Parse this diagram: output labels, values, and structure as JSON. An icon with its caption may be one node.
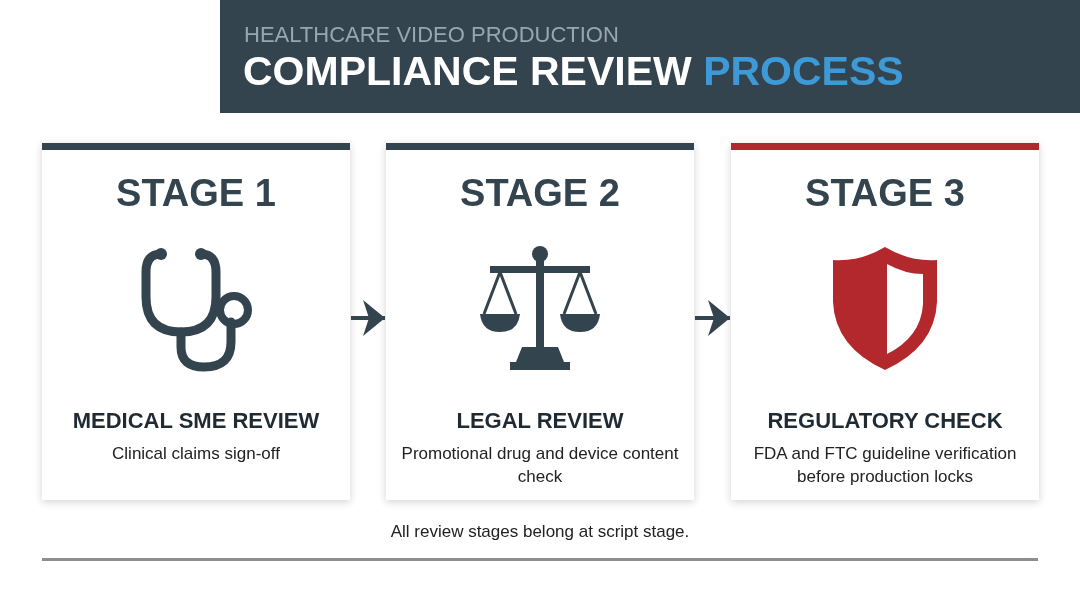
{
  "diagram": {
    "title": "COMPLIANCE REVIEW PROCESS",
    "caption": "All review stages belong at script stage.",
    "nodes": [
      {
        "text": [
          "STAGE 1",
          "MEDICAL SME REVIEW",
          "Clinical claims sign-off"
        ]
      },
      {
        "text": [
          "STAGE 2",
          "LEGAL REVIEW",
          "Promotional drug and device content check"
        ]
      },
      {
        "text": [
          "STAGE 3",
          "REGULATORY CHECK",
          "FDA and FTC guideline verification before production locks"
        ]
      }
    ],
    "edges": [
      {
        "from": 0,
        "to": 1,
        "arrow": "to"
      },
      {
        "from": 1,
        "to": 2,
        "arrow": "to"
      }
    ],
    "labels": [
      "HEALTHCARE VIDEO PRODUCTION"
    ]
  }
}
